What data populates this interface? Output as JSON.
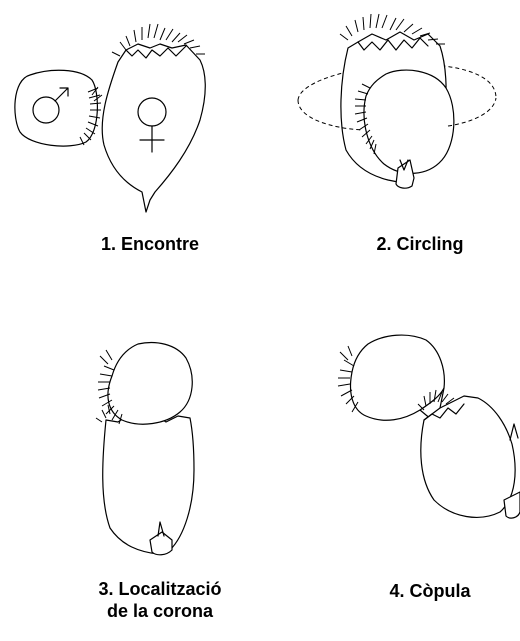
{
  "steps": [
    {
      "label": "1. Encontre"
    },
    {
      "label": "2. Circling"
    },
    {
      "label": "3. Localització",
      "label2": "de la corona"
    },
    {
      "label": "4. Còpula"
    }
  ],
  "symbols": {
    "male": "♂",
    "female": "♀"
  }
}
